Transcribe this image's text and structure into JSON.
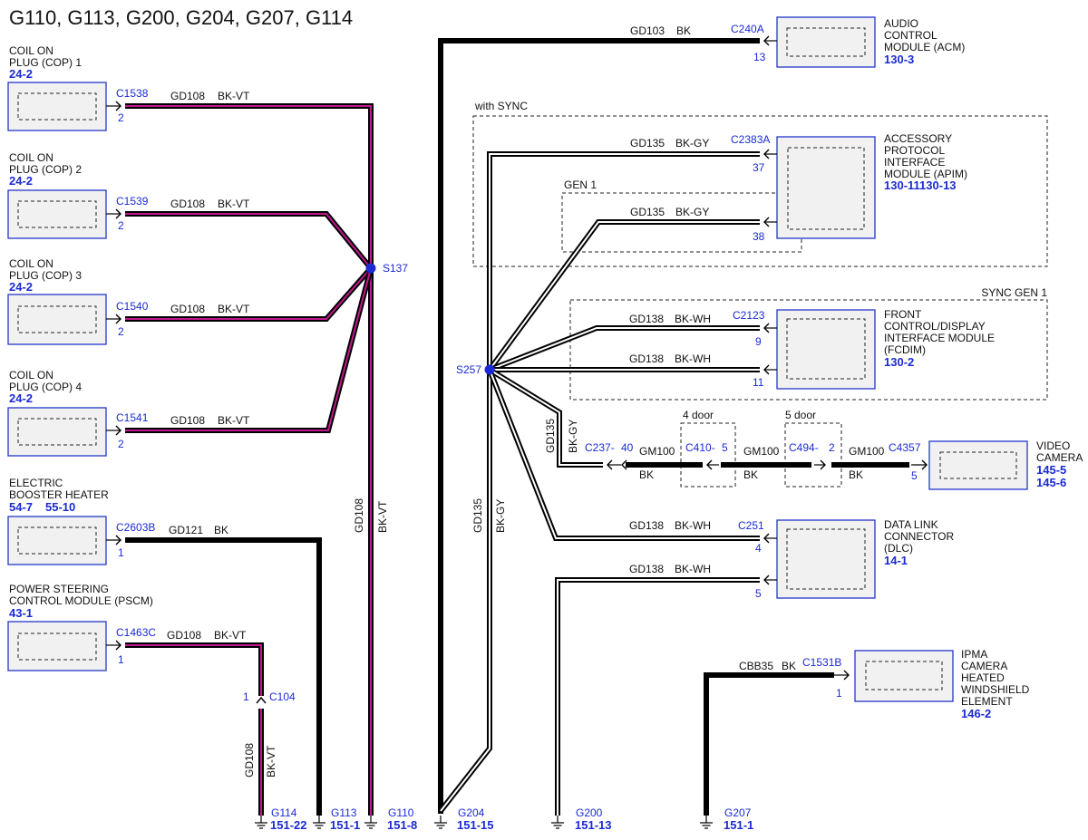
{
  "title": "G110, G113, G200, G204, G207, G114",
  "colors": {
    "wire_black": "#000000",
    "stripe_violet": "#c2188e",
    "stripe_white": "#ffffff",
    "connector_blue": "#1a2ad6",
    "module_border": "#2437c9",
    "module_fill": "#f1f1f1"
  },
  "modules": {
    "cop1": {
      "name": [
        "COIL ON",
        "PLUG (COP) 1"
      ],
      "ref": "24-2"
    },
    "cop2": {
      "name": [
        "COIL ON",
        "PLUG (COP) 2"
      ],
      "ref": "24-2"
    },
    "cop3": {
      "name": [
        "COIL ON",
        "PLUG (COP) 3"
      ],
      "ref": "24-2"
    },
    "cop4": {
      "name": [
        "COIL ON",
        "PLUG (COP) 4"
      ],
      "ref": "24-2"
    },
    "heater": {
      "name": [
        "ELECTRIC",
        "BOOSTER HEATER"
      ],
      "ref": "54-7",
      "ref2": "55-10"
    },
    "pscm": {
      "name": [
        "POWER STEERING",
        "CONTROL MODULE (PSCM)"
      ],
      "ref": "43-1"
    },
    "acm": {
      "name": [
        "AUDIO",
        "CONTROL",
        "MODULE (ACM)"
      ],
      "ref": "130-3"
    },
    "apim": {
      "name": [
        "ACCESSORY",
        "PROTOCOL",
        "INTERFACE",
        "MODULE (APIM)"
      ],
      "ref": "130-11130-13"
    },
    "fcdim": {
      "name": [
        "FRONT",
        "CONTROL/DISPLAY",
        "INTERFACE MODULE",
        "(FCDIM)"
      ],
      "ref": "130-2"
    },
    "camera": {
      "name": [
        "VIDEO",
        "CAMERA"
      ],
      "ref": "145-5",
      "ref2": "145-6"
    },
    "dlc": {
      "name": [
        "DATA LINK",
        "CONNECTOR",
        "(DLC)"
      ],
      "ref": "14-1"
    },
    "ipma": {
      "name": [
        "IPMA",
        "CAMERA",
        "HEATED",
        "WINDSHIELD",
        "ELEMENT"
      ],
      "ref": "146-2"
    }
  },
  "connectors": {
    "c1538": {
      "id": "C1538",
      "pin": "2"
    },
    "c1539": {
      "id": "C1539",
      "pin": "2"
    },
    "c1540": {
      "id": "C1540",
      "pin": "2"
    },
    "c1541": {
      "id": "C1541",
      "pin": "2"
    },
    "c2603b": {
      "id": "C2603B",
      "pin": "1"
    },
    "c1463c": {
      "id": "C1463C",
      "pin": "1"
    },
    "c104": {
      "id": "C104",
      "pin": "1"
    },
    "c240a": {
      "id": "C240A",
      "pin": "13"
    },
    "c2383a": {
      "id": "C2383A",
      "pin1": "37",
      "pin2": "38"
    },
    "c2123": {
      "id": "C2123",
      "pin1": "9",
      "pin2": "11"
    },
    "c237": {
      "id": "C237-",
      "pin": "40"
    },
    "c410": {
      "id": "C410-",
      "pin": "5"
    },
    "c494": {
      "id": "C494-",
      "pin": "2"
    },
    "c4357": {
      "id": "C4357",
      "pin": "5"
    },
    "c251": {
      "id": "C251",
      "pin1": "4",
      "pin2": "5"
    },
    "c1531b": {
      "id": "C1531B",
      "pin": "1"
    }
  },
  "splices": {
    "s137": "S137",
    "s257": "S257"
  },
  "optional_groups": {
    "with_sync": "with SYNC",
    "gen1": "GEN 1",
    "sync_gen1": "SYNC GEN 1",
    "door4": "4 door",
    "door5": "5 door"
  },
  "wires": {
    "gd108": "GD108",
    "bkvt": "BK-VT",
    "gd121": "GD121",
    "bk": "BK",
    "gd103": "GD103",
    "gd135": "GD135",
    "bkgy": "BK-GY",
    "gd138": "GD138",
    "bkwh": "BK-WH",
    "gm100": "GM100",
    "cbb35": "CBB35"
  },
  "grounds": [
    {
      "id": "G114",
      "ref": "151-22"
    },
    {
      "id": "G113",
      "ref": "151-1"
    },
    {
      "id": "G110",
      "ref": "151-8"
    },
    {
      "id": "G204",
      "ref": "151-15"
    },
    {
      "id": "G200",
      "ref": "151-13"
    },
    {
      "id": "G207",
      "ref": "151-1"
    }
  ]
}
